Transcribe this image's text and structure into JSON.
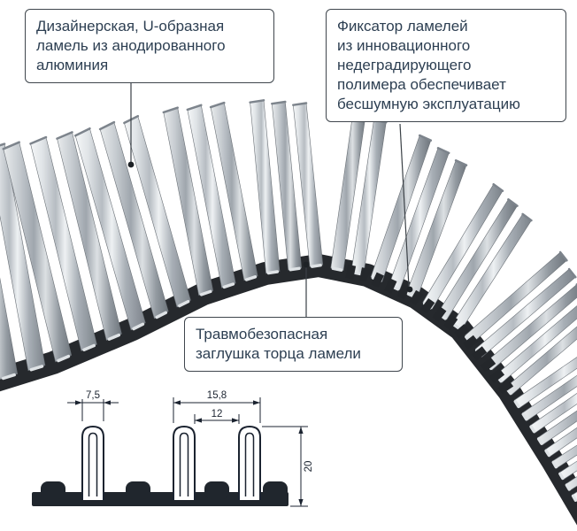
{
  "callouts": {
    "lamella": {
      "text": "Дизайнерская, U-образная\nламель из анодированного\nалюминия"
    },
    "fixator": {
      "text": "Фиксатор ламелей\nиз инновационного\nнедеградирующего\nполимера обеспечивает\nбесшумную эксплуатацию"
    },
    "end_cap": {
      "text": "Травмобезопасная\nзаглушка торца ламели"
    }
  },
  "dimensions": {
    "lamella_width_mm": "7,5",
    "pitch_mm": "15,8",
    "gap_mm": "12",
    "height_mm": "20"
  },
  "colors": {
    "callout_text": "#2d3f52",
    "callout_border": "#3f464d",
    "leader_line": "#3a4046",
    "drawing_line": "#1b2330",
    "band": "#26292d",
    "metal_light": "#f5f7f8",
    "metal_dark": "#7c838a"
  }
}
